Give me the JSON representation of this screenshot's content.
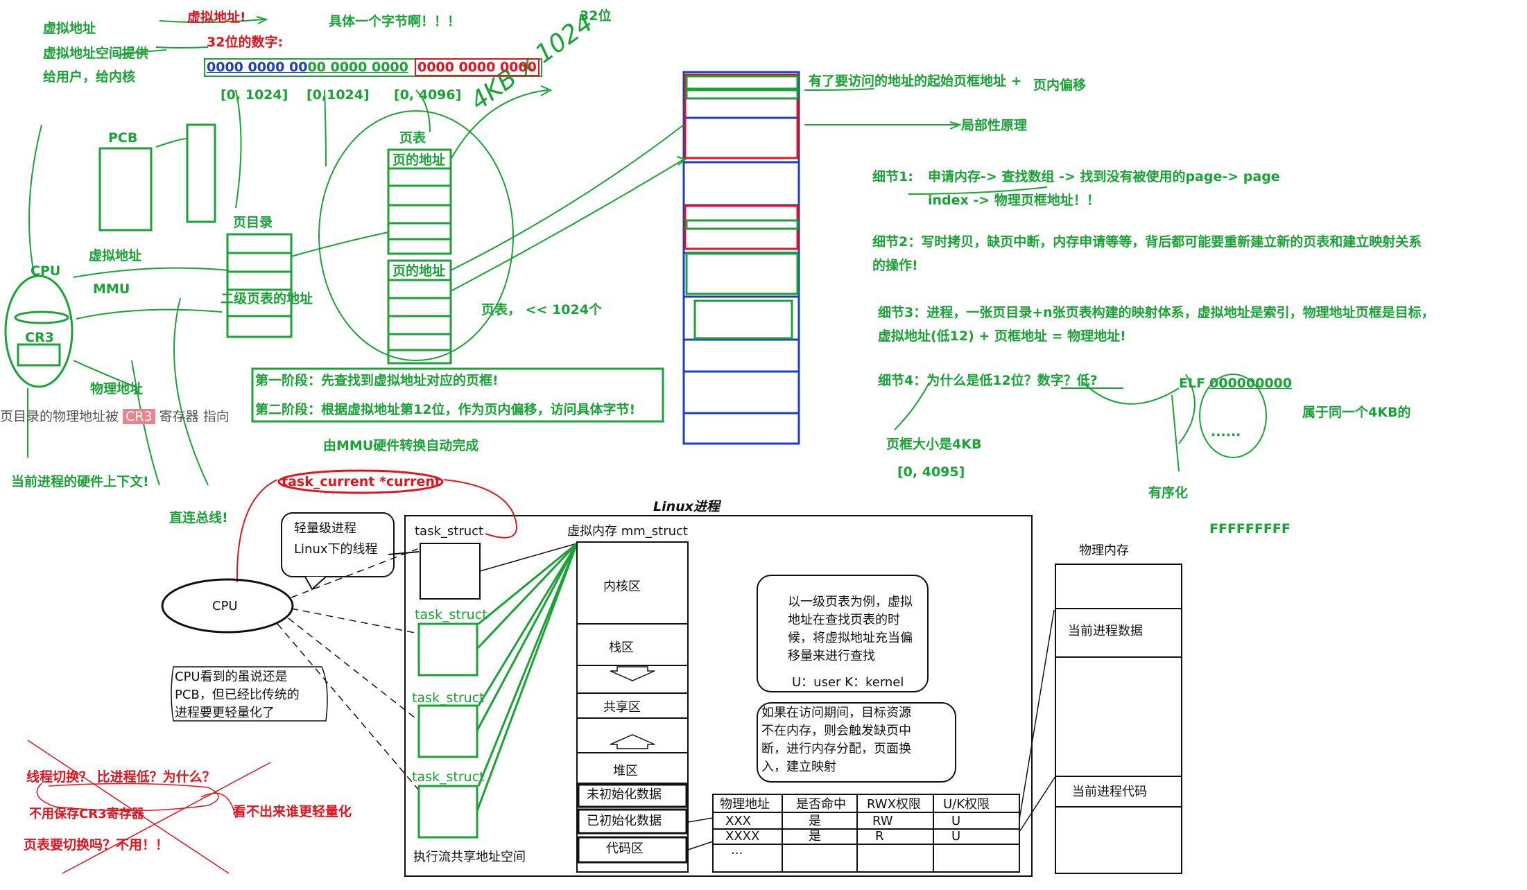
{
  "colors": {
    "green": "#1aa237",
    "red": "#e0141e",
    "blue": "#1f3fb8",
    "black": "#111111"
  },
  "left": {
    "virtual_addr": "虚拟地址",
    "vaspace_provide": "虚拟地址空间提供",
    "to_user_kernel": "给用户，给内核",
    "pcb": "PCB",
    "cpu": "CPU",
    "cr3": "CR3",
    "virt_addr2": "虚拟地址",
    "mmu": "MMU",
    "phys_addr": "物理地址",
    "cr3_note_prefix": "页目录的物理地址被",
    "cr3_tag": "CR3",
    "cr3_note_suffix": "寄存器 指向",
    "hw_context": "当前进程的硬件上下文!",
    "direct_bus": "直连总线!"
  },
  "top": {
    "virtual_addr_red": "虚拟地址!",
    "specific_byte": "具体一个字节啊！！！",
    "bit32": "32位",
    "bit32_number": "32位的数字:",
    "bits_blue": "0000 0000 00",
    "bits_green": "00 0000 0000",
    "bits_red": "0000 0000 0000",
    "range1": "[0, 1024]",
    "range2": "[0,1024]",
    "range3": "[0, 4096]",
    "handwriting": "4KB x 1024",
    "page_dir": "页目录",
    "page_table": "页表",
    "page_addr1": "页的地址",
    "page_addr2": "页的地址",
    "second_level_addr": "二级页表的地址",
    "page_table_count": "页表，  << 1024个",
    "phase1": "第一阶段：先查找到虚拟地址对应的页框!",
    "phase2": "第二阶段：根据虚拟地址第12位，作为页内偏移，访问具体字节!",
    "mmu_auto": "由MMU硬件转换自动完成"
  },
  "right": {
    "start_frame": "有了要访问的地址的起始页框地址 +",
    "page_offset": "页内偏移",
    "locality": "局部性原理",
    "detail1_label": "细节1:",
    "detail1_a": "申请内存-> 查找数组 -> 找到没有被使用的page-> page",
    "detail1_b": "index -> 物理页框地址！！",
    "detail2_a": "细节2：写时拷贝，缺页中断，内存申请等等，背后都可能要重新建立新的页表和建立映射关系",
    "detail2_b": "的操作!",
    "detail3_a": "细节3：进程，一张页目录+n张页表构建的映射体系，虚拟地址是索引，物理地址页框是目标，",
    "detail3_b": "虚拟地址(低12) + 页框地址 = 物理地址!",
    "detail4": "细节4：为什么是低12位？数字？低?",
    "elf": "ELF",
    "elf_zeros": "000000000",
    "elf_dots": "......",
    "same_4kb": "属于同一个4KB的",
    "frame_size": "页框大小是4KB",
    "range_4095": "[0, 4095]",
    "ordered": "有序化",
    "ffff": "FFFFFFFFF"
  },
  "bottom": {
    "task_current": "task_current *current",
    "lightweight": "轻量级进程",
    "linux_thread": "Linux下的线程",
    "cpu": "CPU",
    "cpu_sees_a": "CPU看到的虽说还是",
    "cpu_sees_b": "PCB，但已经比传统的",
    "cpu_sees_c": "进程要更轻量化了",
    "linux_process": "Linux进程",
    "task_struct_main": "task_struct",
    "task_struct_2": "task_struct",
    "task_struct_3": "task_struct",
    "task_struct_4": "task_struct",
    "mm_struct": "虚拟内存 mm_struct",
    "kernel_area": "内核区",
    "stack_area": "栈区",
    "shared_area": "共享区",
    "heap_area": "堆区",
    "bss": "未初始化数据",
    "data": "已初始化数据",
    "code": "代码区",
    "shared_exec": "执行流共享地址空间",
    "note1_a": "以一级页表为例，虚拟",
    "note1_b": "地址在查找页表的时",
    "note1_c": "候，将虚拟地址充当偏",
    "note1_d": "移量来进行查找",
    "note1_e": "U：user  K：kernel",
    "note2_a": "如果在访问期间，目标资源",
    "note2_b": "不在内存，则会触发缺页中",
    "note2_c": "断，进行内存分配，页面换",
    "note2_d": "入，建立映射",
    "table_headers": [
      "物理地址",
      "是否命中",
      "RWX权限",
      "U/K权限"
    ],
    "table_rows": [
      [
        "XXX",
        "是",
        "RW",
        "U"
      ],
      [
        "XXXX",
        "是",
        "R",
        "U"
      ],
      [
        "...",
        "",
        "",
        ""
      ]
    ],
    "phys_mem": "物理内存",
    "cur_data": "当前进程数据",
    "cur_code": "当前进程代码",
    "thread_switch": "线程切换？ 比进程低？为什么？",
    "no_cr3": "不用保存CR3寄存器",
    "not_lighter": "看不出来谁更轻量化",
    "page_switch": "页表要切换吗？不用！！"
  }
}
